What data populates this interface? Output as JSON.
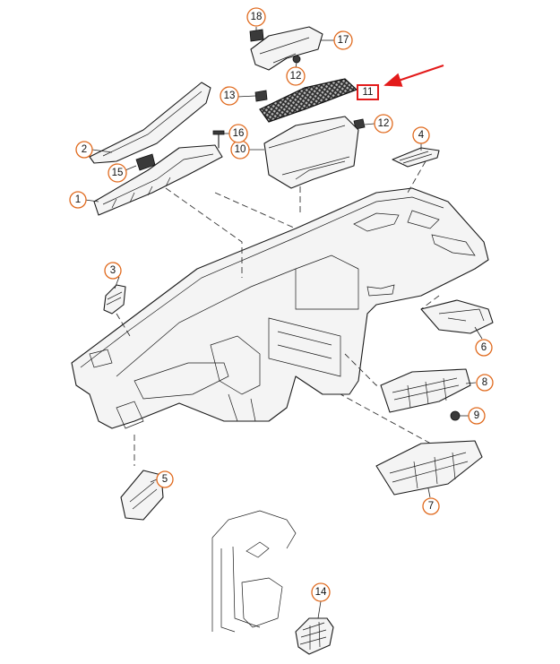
{
  "callouts": {
    "c1": "1",
    "c2": "2",
    "c3": "3",
    "c4": "4",
    "c5": "5",
    "c6": "6",
    "c7": "7",
    "c8": "8",
    "c9": "9",
    "c10": "10",
    "c11": "11",
    "c12a": "12",
    "c12b": "12",
    "c13": "13",
    "c14": "14",
    "c15": "15",
    "c16": "16",
    "c17": "17",
    "c18": "18"
  },
  "highlight": {
    "part": "11",
    "color": "#e31b1b"
  },
  "colors": {
    "callout_ring": "#e06a1e",
    "line": "#1a1a1a"
  }
}
